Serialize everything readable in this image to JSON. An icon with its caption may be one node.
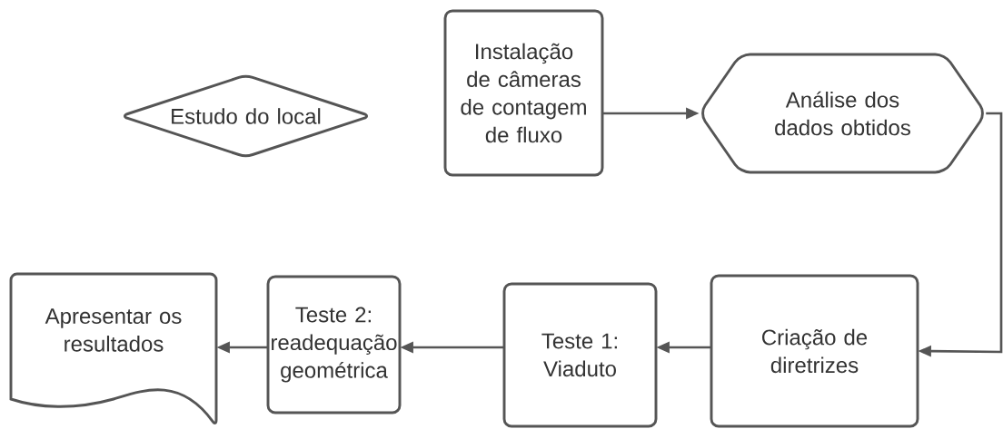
{
  "diagram": {
    "nodes": [
      {
        "text": [
          "Estudo do local"
        ]
      },
      {
        "text": [
          "Instalação de câmeras de contagem de fluxo"
        ]
      },
      {
        "text": [
          "Análise dos dados obtidos"
        ]
      },
      {
        "text": [
          "Criação de diretrizes"
        ]
      },
      {
        "text": [
          "Teste 1: Viaduto"
        ]
      },
      {
        "text": [
          "Teste 2: readequação geométrica"
        ]
      },
      {
        "text": [
          "Apresentar os resultados"
        ]
      }
    ],
    "edges": [
      {
        "from": 1,
        "to": 2,
        "arrow": "to"
      },
      {
        "from": 2,
        "to": 3,
        "arrow": "to"
      },
      {
        "from": 3,
        "to": 4,
        "arrow": "to"
      },
      {
        "from": 4,
        "to": 5,
        "arrow": "to"
      },
      {
        "from": 5,
        "to": 6,
        "arrow": "to"
      }
    ]
  }
}
